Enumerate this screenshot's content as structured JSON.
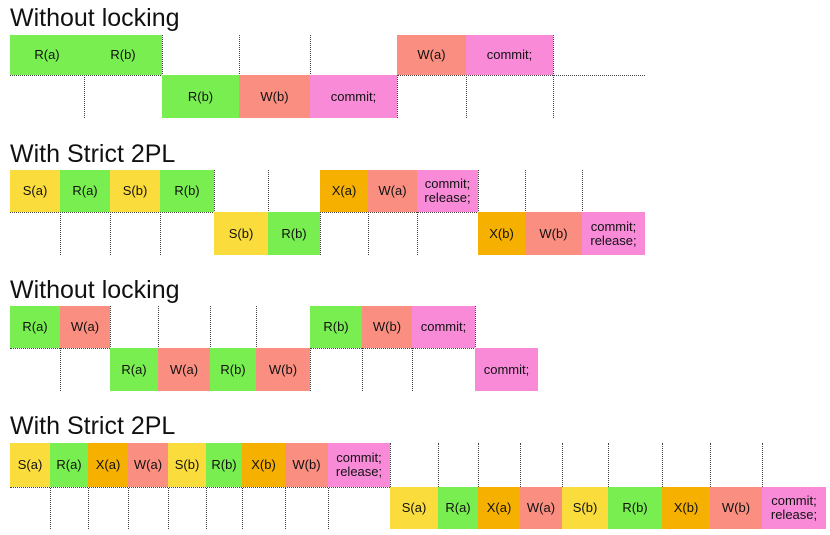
{
  "colors": {
    "read": "#78ee50",
    "write": "#fa8e80",
    "commit": "#f88ad8",
    "shared": "#fadc3c",
    "exclusive": "#f6b000"
  },
  "sections": [
    {
      "title": "Without locking",
      "t1": [
        {
          "label": "R(a)",
          "kind": "read"
        },
        {
          "label": "R(b)",
          "kind": "read"
        },
        {
          "label": "W(a)",
          "kind": "write"
        },
        {
          "label": "commit;",
          "kind": "commit"
        }
      ],
      "t2": [
        {
          "label": "R(b)",
          "kind": "read"
        },
        {
          "label": "W(b)",
          "kind": "write"
        },
        {
          "label": "commit;",
          "kind": "commit"
        }
      ]
    },
    {
      "title": "With Strict 2PL",
      "t1": [
        {
          "label": "S(a)",
          "kind": "shared"
        },
        {
          "label": "R(a)",
          "kind": "read"
        },
        {
          "label": "S(b)",
          "kind": "shared"
        },
        {
          "label": "R(b)",
          "kind": "read"
        },
        {
          "label": "X(a)",
          "kind": "exclusive"
        },
        {
          "label": "W(a)",
          "kind": "write"
        },
        {
          "label": "commit;\nrelease;",
          "kind": "commit"
        }
      ],
      "t2": [
        {
          "label": "S(b)",
          "kind": "shared"
        },
        {
          "label": "R(b)",
          "kind": "read"
        },
        {
          "label": "X(b)",
          "kind": "exclusive"
        },
        {
          "label": "W(b)",
          "kind": "write"
        },
        {
          "label": "commit;\nrelease;",
          "kind": "commit"
        }
      ]
    },
    {
      "title": "Without locking",
      "t1": [
        {
          "label": "R(a)",
          "kind": "read"
        },
        {
          "label": "W(a)",
          "kind": "write"
        },
        {
          "label": "R(b)",
          "kind": "read"
        },
        {
          "label": "W(b)",
          "kind": "write"
        },
        {
          "label": "commit;",
          "kind": "commit"
        }
      ],
      "t2": [
        {
          "label": "R(a)",
          "kind": "read"
        },
        {
          "label": "W(a)",
          "kind": "write"
        },
        {
          "label": "R(b)",
          "kind": "read"
        },
        {
          "label": "W(b)",
          "kind": "write"
        },
        {
          "label": "commit;",
          "kind": "commit"
        }
      ]
    },
    {
      "title": "With Strict 2PL",
      "t1": [
        {
          "label": "S(a)",
          "kind": "shared"
        },
        {
          "label": "R(a)",
          "kind": "read"
        },
        {
          "label": "X(a)",
          "kind": "exclusive"
        },
        {
          "label": "W(a)",
          "kind": "write"
        },
        {
          "label": "S(b)",
          "kind": "shared"
        },
        {
          "label": "R(b)",
          "kind": "read"
        },
        {
          "label": "X(b)",
          "kind": "exclusive"
        },
        {
          "label": "W(b)",
          "kind": "write"
        },
        {
          "label": "commit;\nrelease;",
          "kind": "commit"
        }
      ],
      "t2": [
        {
          "label": "S(a)",
          "kind": "shared"
        },
        {
          "label": "R(a)",
          "kind": "read"
        },
        {
          "label": "X(a)",
          "kind": "exclusive"
        },
        {
          "label": "W(a)",
          "kind": "write"
        },
        {
          "label": "S(b)",
          "kind": "shared"
        },
        {
          "label": "R(b)",
          "kind": "read"
        },
        {
          "label": "X(b)",
          "kind": "exclusive"
        },
        {
          "label": "W(b)",
          "kind": "write"
        },
        {
          "label": "commit;\nrelease;",
          "kind": "commit"
        }
      ]
    }
  ]
}
